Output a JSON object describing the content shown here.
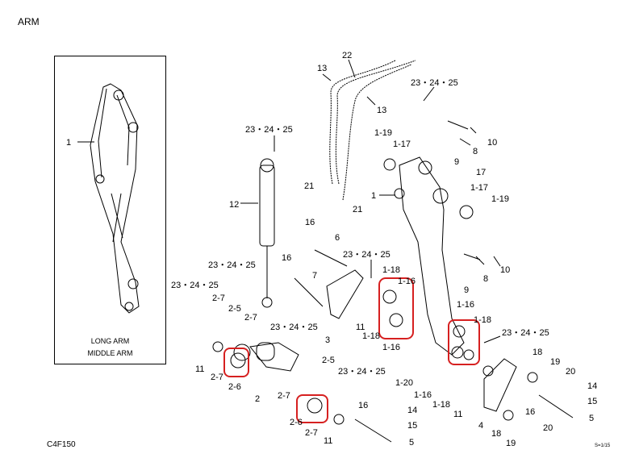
{
  "header": {
    "title": "ARM"
  },
  "footer": {
    "code": "C4F150",
    "sheet": "S=1/15"
  },
  "inset": {
    "line1": "LONG ARM",
    "line2": "MIDDLE ARM",
    "callout": "1"
  },
  "colors": {
    "highlight": "#d62020",
    "line": "#000000"
  },
  "callouts": [
    {
      "text": "22"
    },
    {
      "text": "13"
    },
    {
      "text": "13"
    },
    {
      "text": "23・24・25"
    },
    {
      "text": "23・24・25"
    },
    {
      "text": "1-19"
    },
    {
      "text": "1-17"
    },
    {
      "text": "10"
    },
    {
      "text": "8"
    },
    {
      "text": "9"
    },
    {
      "text": "17"
    },
    {
      "text": "1-17"
    },
    {
      "text": "1-19"
    },
    {
      "text": "1"
    },
    {
      "text": "12"
    },
    {
      "text": "21"
    },
    {
      "text": "21"
    },
    {
      "text": "16"
    },
    {
      "text": "6"
    },
    {
      "text": "23・24・25"
    },
    {
      "text": "16"
    },
    {
      "text": "7"
    },
    {
      "text": "23・24・25"
    },
    {
      "text": "23・24・25"
    },
    {
      "text": "10"
    },
    {
      "text": "8"
    },
    {
      "text": "9"
    },
    {
      "text": "1-18"
    },
    {
      "text": "1-16"
    },
    {
      "text": "2-7"
    },
    {
      "text": "2-5"
    },
    {
      "text": "2-7"
    },
    {
      "text": "3"
    },
    {
      "text": "23・24・25"
    },
    {
      "text": "11"
    },
    {
      "text": "1-18"
    },
    {
      "text": "1-16"
    },
    {
      "text": "1-16"
    },
    {
      "text": "1-18"
    },
    {
      "text": "23・24・25"
    },
    {
      "text": "11"
    },
    {
      "text": "2-7"
    },
    {
      "text": "2-6"
    },
    {
      "text": "2"
    },
    {
      "text": "2-5"
    },
    {
      "text": "23・24・25"
    },
    {
      "text": "18"
    },
    {
      "text": "19"
    },
    {
      "text": "20"
    },
    {
      "text": "14"
    },
    {
      "text": "15"
    },
    {
      "text": "1-20"
    },
    {
      "text": "2-7"
    },
    {
      "text": "1-16"
    },
    {
      "text": "1-18"
    },
    {
      "text": "11"
    },
    {
      "text": "4"
    },
    {
      "text": "16"
    },
    {
      "text": "14"
    },
    {
      "text": "15"
    },
    {
      "text": "2-6"
    },
    {
      "text": "2-7"
    },
    {
      "text": "11"
    },
    {
      "text": "5"
    },
    {
      "text": "16"
    },
    {
      "text": "18"
    },
    {
      "text": "19"
    },
    {
      "text": "20"
    },
    {
      "text": "5"
    }
  ]
}
